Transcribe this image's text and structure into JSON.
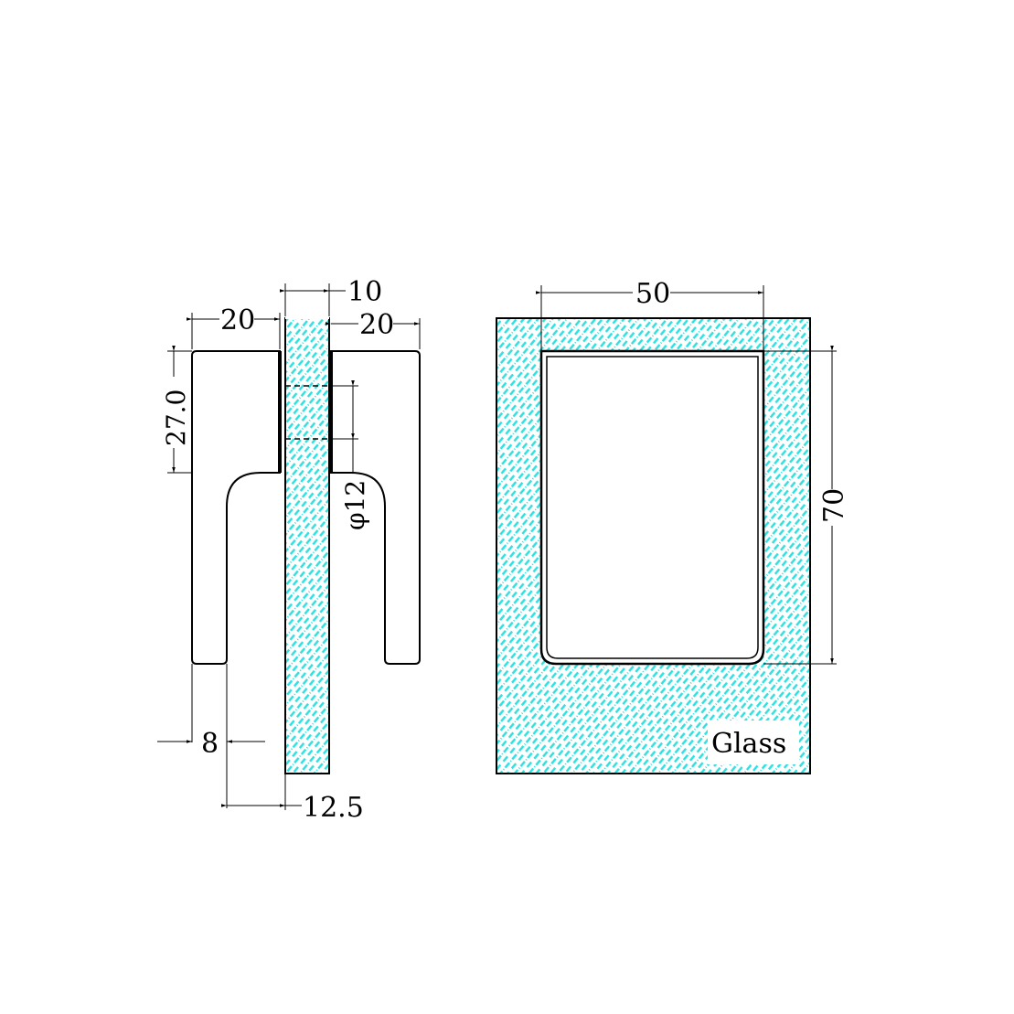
{
  "colors": {
    "glass_hatch": "#2ee0e0",
    "line": "#000000",
    "background": "#ffffff"
  },
  "side_view": {
    "dim_glass_thickness": "10",
    "dim_left_handle_width": "20",
    "dim_right_handle_width": "20",
    "dim_handle_height": "27.0",
    "dim_hole_diameter": "φ12",
    "dim_leg_width": "8",
    "dim_leg_offset": "12.5"
  },
  "front_view": {
    "dim_cutout_width": "50",
    "dim_cutout_height": "70",
    "material_label": "Glass"
  }
}
